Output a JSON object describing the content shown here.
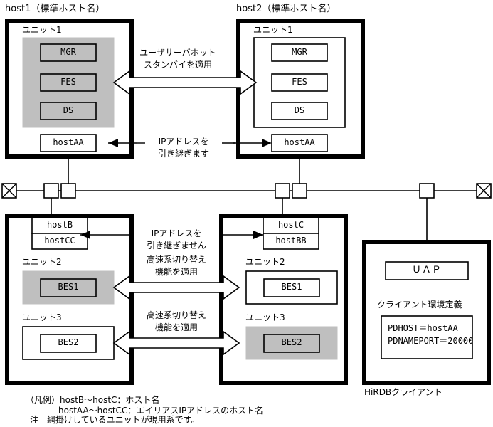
{
  "diagram": {
    "title_host1": "host1（標準ホスト名）",
    "title_host2": "host2（標準ホスト名）",
    "colors": {
      "shade": "#bfbfbf",
      "line": "#000000",
      "background": "#ffffff"
    },
    "host1": {
      "unit_label": "ユニット1",
      "servers": [
        "MGR",
        "FES",
        "DS"
      ],
      "alias": "hostAA",
      "shaded": true
    },
    "host2": {
      "unit_label": "ユニット1",
      "servers": [
        "MGR",
        "FES",
        "DS"
      ],
      "alias": "hostAA",
      "shaded": false
    },
    "host3": {
      "hostname": "hostB",
      "alias": "hostCC",
      "units": [
        {
          "label": "ユニット2",
          "server": "BES1",
          "shaded": true
        },
        {
          "label": "ユニット3",
          "server": "BES2",
          "shaded": false
        }
      ]
    },
    "host4": {
      "hostname": "hostC",
      "alias": "hostBB",
      "units": [
        {
          "label": "ユニット2",
          "server": "BES1",
          "shaded": false
        },
        {
          "label": "ユニット3",
          "server": "BES2",
          "shaded": true
        }
      ]
    },
    "client": {
      "uap": "ＵＡＰ",
      "env_title": "クライアント環境定義",
      "env_line1": "PDHOST＝hostAA",
      "env_line2": "PDNAMEPORT＝20000",
      "caption": "HiRDBクライアント"
    },
    "annotations": {
      "top_arrow_line1": "ユーザサーバホット",
      "top_arrow_line2": "スタンバイを適用",
      "ip_inherit_line1": "IPアドレスを",
      "ip_inherit_line2": "引き継ぎます",
      "ip_not_inherit_line1": "IPアドレスを",
      "ip_not_inherit_line2": "引き継ぎません",
      "fast_switch_a_line1": "高速系切り替え",
      "fast_switch_a_line2": "機能を適用",
      "fast_switch_b_line1": "高速系切り替え",
      "fast_switch_b_line2": "機能を適用"
    },
    "legend": {
      "line1": "（凡例）hostB〜hostC：ホスト名",
      "line2": "hostAA〜hostCC：エイリアスIPアドレスのホスト名",
      "line3": "注　網掛けしているユニットが現用系です。"
    }
  }
}
